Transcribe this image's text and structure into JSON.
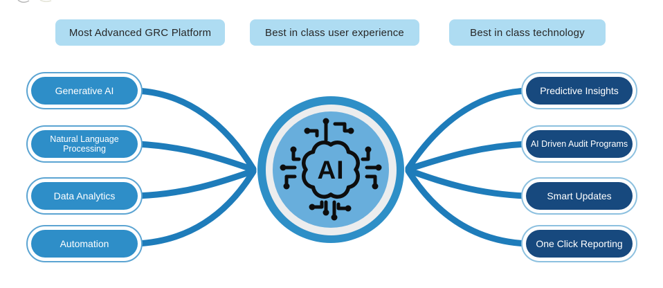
{
  "headers": [
    {
      "label": "Most Advanced GRC Platform"
    },
    {
      "label": "Best in class user experience"
    },
    {
      "label": "Best in class technology"
    }
  ],
  "left_pills": [
    {
      "label": "Generative AI"
    },
    {
      "label": "Natural Language Processing"
    },
    {
      "label": "Data Analytics"
    },
    {
      "label": "Automation"
    }
  ],
  "right_pills": [
    {
      "label": "Predictive Insights"
    },
    {
      "label": "AI Driven Audit Programs"
    },
    {
      "label": "Smart Updates"
    },
    {
      "label": "One Click Reporting"
    }
  ],
  "center": {
    "label": "AI",
    "icon": "ai-brain-circuit-icon"
  },
  "colors": {
    "header_bg": "#AEDCF2",
    "header_text": "#262626",
    "left_pill": "#2E8EC8",
    "right_pill": "#17497E",
    "pill_text": "#FFFFFF",
    "pill_outline_left": "#5BA4D2",
    "pill_outline_right": "#8CC0DF",
    "connector": "#1E7CBA",
    "ring_outer": "#2E8FC7",
    "ring_gap": "#ECEDEE",
    "ring_inner": "#68AEDC",
    "icon": "#0D0D0D"
  }
}
